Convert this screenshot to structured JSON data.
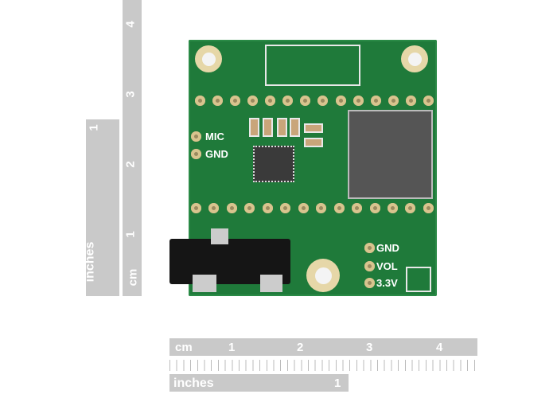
{
  "vertical_ruler": {
    "inch_label": "inches",
    "inch_marks": [
      "1"
    ],
    "cm_label": "cm",
    "cm_marks": [
      "1",
      "2",
      "3",
      "4"
    ]
  },
  "horizontal_ruler": {
    "cm_label": "cm",
    "cm_marks": [
      "1",
      "2",
      "3",
      "4"
    ],
    "inch_label": "inches",
    "inch_marks": [
      "1"
    ]
  },
  "board": {
    "labels": {
      "mic": "MIC",
      "gnd_left": "GND",
      "gnd": "GND",
      "vol": "VOL",
      "v33": "3.3V"
    },
    "colors": {
      "pcb": "#1f7a3a",
      "pads": "#d8c48e"
    }
  }
}
